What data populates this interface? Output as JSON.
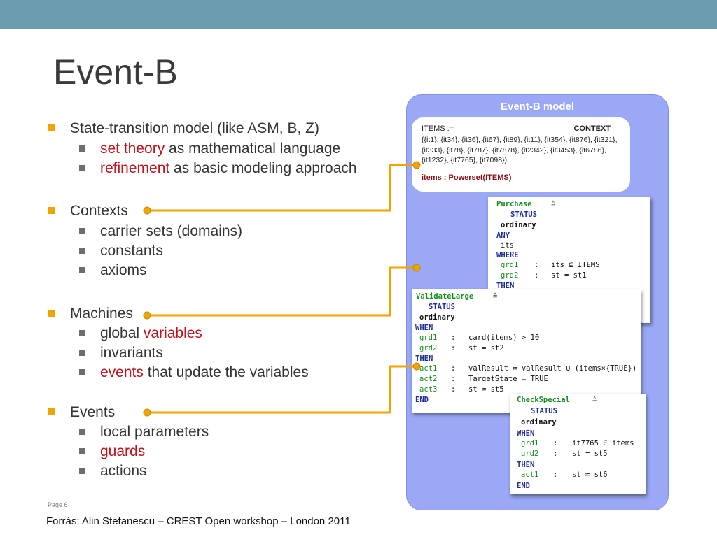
{
  "slide": {
    "title": "Event-B",
    "page_label": "Page 6",
    "source": "Forrás: Alin Stefanescu – CREST Open workshop – London 2011"
  },
  "bullets": {
    "b1": "State-transition model (like ASM, B, Z)",
    "b1_sub1_red": "set theory",
    "b1_sub1_rest": " as mathematical language",
    "b1_sub2_red": "refinement",
    "b1_sub2_rest": " as basic modeling approach",
    "b2": "Contexts",
    "b2_sub1": "carrier sets (domains)",
    "b2_sub2": "constants",
    "b2_sub3": "axioms",
    "b3": "Machines",
    "b3_sub1_plain": "global ",
    "b3_sub1_red": "variables",
    "b3_sub2": "invariants",
    "b3_sub3_red": "events",
    "b3_sub3_rest": " that update the variables",
    "b4": "Events",
    "b4_sub1": "local parameters",
    "b4_sub2_red": "guards",
    "b4_sub3": "actions"
  },
  "model": {
    "title": "Event-B model",
    "context": {
      "items_decl": "ITEMS :=",
      "label": "CONTEXT",
      "set_values": "{{it1}, {it34}, {it36}, {it67}, {it89}, {it11}, {it354}, {it876}, {it321}, {it333}, {it78}, {it787}, {it7878}, {it2342}, {it3453}, {it6786}, {it1232}, {it7765}, {it7098})",
      "axiom": "items : Powerset(ITEMS)"
    },
    "purchase": {
      "name": "Purchase",
      "def": "≙",
      "status": "STATUS",
      "status_val": "ordinary",
      "any": "ANY",
      "param": "its",
      "where": "WHERE",
      "grd1_label": "grd1",
      "grd1": "its ⊆ ITEMS",
      "grd2_label": "grd2",
      "grd2": "st = st1",
      "then": "THEN"
    },
    "validate": {
      "name": "ValidateLarge",
      "def": "≙",
      "status": "STATUS",
      "status_val": "ordinary",
      "when": "WHEN",
      "grd1_label": "grd1",
      "grd1": "card(items) > 10",
      "grd2_label": "grd2",
      "grd2": "st = st2",
      "then": "THEN",
      "act1_label": "act1",
      "act1": "valResult ≔ valResult ∪ (items×{TRUE})",
      "act2_label": "act2",
      "act2": "TargetState ≔ TRUE",
      "act3_label": "act3",
      "act3": "st ≔ st5",
      "end": "END"
    },
    "check": {
      "name": "CheckSpecial",
      "def": "≙",
      "status": "STATUS",
      "status_val": "ordinary",
      "when": "WHEN",
      "grd1_label": "grd1",
      "grd1": "it7765 ∈ items",
      "grd2_label": "grd2",
      "grd2": "st = st5",
      "then": "THEN",
      "act1_label": "act1",
      "act1": "st ≔ st6",
      "end": "END"
    },
    "separator": ":"
  },
  "colors": {
    "top_bar": "#6c9dae",
    "model_panel": "#9aa8f5",
    "connector": "#f0a400",
    "highlight_red": "#c0131b"
  }
}
